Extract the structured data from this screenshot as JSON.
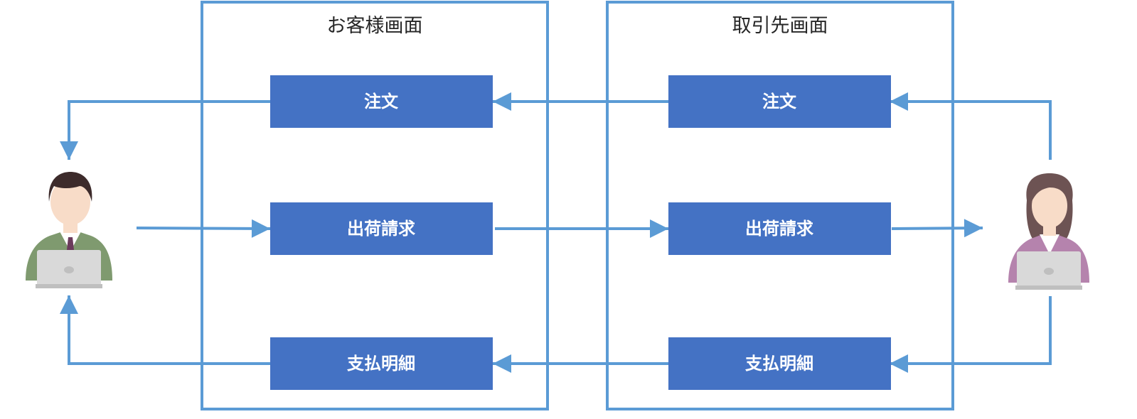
{
  "colors": {
    "frame": "#5b9bd5",
    "arrow": "#5b9bd5",
    "box_fill": "#4472c4",
    "box_text": "#ffffff",
    "title_text": "#262626",
    "male_jacket": "#7f9a6f",
    "female_jacket": "#b583ad",
    "skin": "#f8dcc8",
    "male_hair": "#3d2b2b",
    "female_hair": "#6d5353",
    "laptop": "#d9d9d9"
  },
  "panels": {
    "customer": {
      "title": "お客様画面",
      "boxes": {
        "order": "注文",
        "shipment_invoice": "出荷請求",
        "payment_statement": "支払明細"
      }
    },
    "supplier": {
      "title": "取引先画面",
      "boxes": {
        "order": "注文",
        "shipment_invoice": "出荷請求",
        "payment_statement": "支払明細"
      }
    }
  },
  "actors": {
    "left": {
      "icon": "businessman-with-laptop-icon"
    },
    "right": {
      "icon": "businesswoman-with-laptop-icon"
    }
  }
}
